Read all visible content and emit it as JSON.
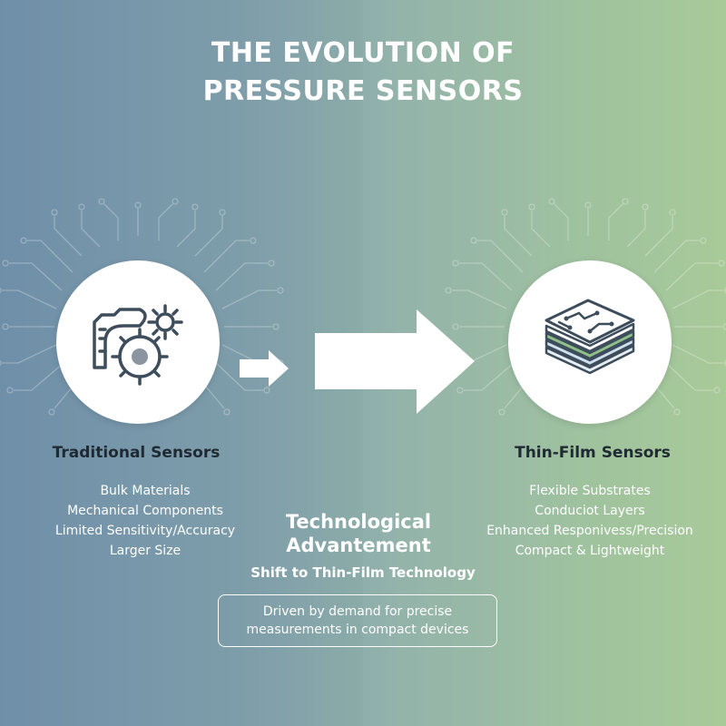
{
  "title": {
    "line1": "THE EVOLUTION OF",
    "line2": "PRESSURE SENSORS"
  },
  "left": {
    "heading": "Traditional Sensors",
    "icon": "gears-mechanism-icon",
    "features": [
      "Bulk Materials",
      "Mechanical Components",
      "Limited Sensitivity/Accuracy",
      "Larger Size"
    ]
  },
  "right": {
    "heading": "Thin-Film Sensors",
    "icon": "layered-film-icon",
    "features": [
      "Flexible Substrates",
      "Conduciot Layers",
      "Enhanced Responivess/Precision",
      "Compact & Lightweight"
    ]
  },
  "center": {
    "title_line1": "Technological",
    "title_line2": "Advantement",
    "subtitle": "Shift to Thin-Film Technology",
    "note_line1": "Driven by demand for precise",
    "note_line2": "measurements in compact devices"
  },
  "colors": {
    "background_left": "#6f8fa9",
    "background_right": "#a5c894",
    "text": "#ffffff",
    "heading": "#1f2a33"
  }
}
